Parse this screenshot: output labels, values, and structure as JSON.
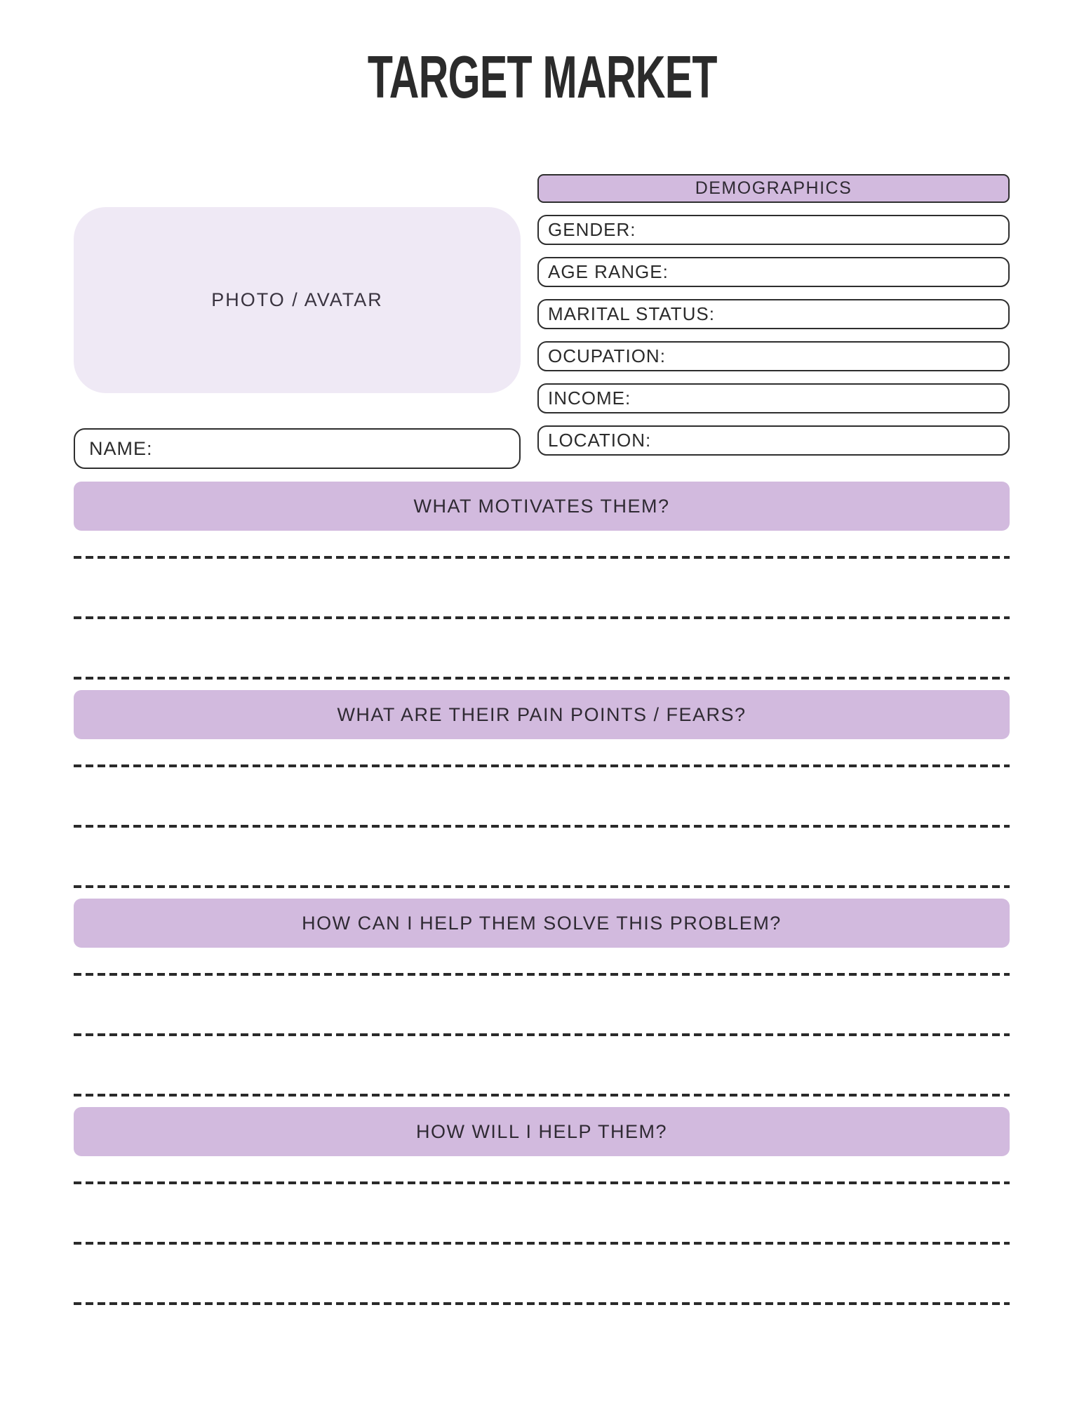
{
  "page": {
    "title": "TARGET MARKET"
  },
  "colors": {
    "accent_purple": "#d2bade",
    "photo_lavender": "#efe9f5",
    "ink": "#2b2b2b"
  },
  "photo": {
    "label": "PHOTO / AVATAR"
  },
  "name_field": {
    "label": "NAME:",
    "value": ""
  },
  "demographics": {
    "header": "DEMOGRAPHICS",
    "fields": [
      {
        "label": "GENDER:",
        "value": ""
      },
      {
        "label": "AGE RANGE:",
        "value": ""
      },
      {
        "label": "MARITAL STATUS:",
        "value": ""
      },
      {
        "label": "OCUPATION:",
        "value": ""
      },
      {
        "label": "INCOME:",
        "value": ""
      },
      {
        "label": "LOCATION:",
        "value": ""
      }
    ]
  },
  "sections": [
    {
      "title": "WHAT MOTIVATES THEM?",
      "writing_lines": 3
    },
    {
      "title": "WHAT ARE THEIR PAIN POINTS / FEARS?",
      "writing_lines": 3
    },
    {
      "title": "HOW CAN I HELP THEM SOLVE THIS PROBLEM?",
      "writing_lines": 3
    },
    {
      "title": "HOW WILL I HELP THEM?",
      "writing_lines": 3
    }
  ]
}
